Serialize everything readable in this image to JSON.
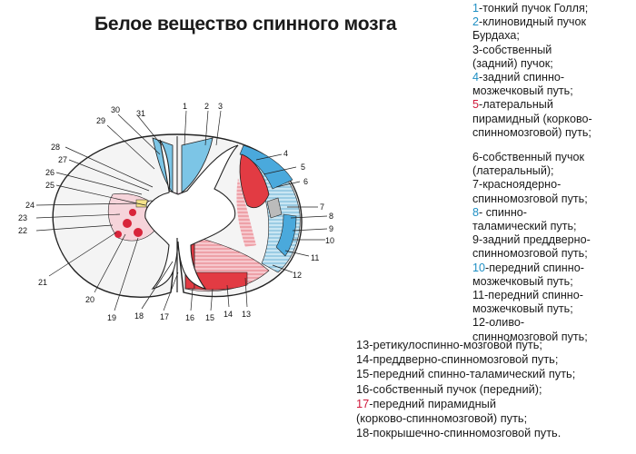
{
  "title": "Белое вещество спинного мозга",
  "colors": {
    "blue": "#1e8fc4",
    "red": "#d0193b",
    "tract_blue": "#7cc5e6",
    "tract_red": "#e23b43"
  },
  "legend_right": [
    {
      "num": "1",
      "num_color": "blue",
      "lines": [
        "-тонкий пучок Голля;"
      ]
    },
    {
      "num": "2",
      "num_color": "blue",
      "lines": [
        "-клиновидный пучок",
        "Бурдаха;"
      ]
    },
    {
      "num": "3",
      "num_color": "",
      "lines": [
        "-собственный",
        "(задний) пучок;"
      ]
    },
    {
      "num": "4",
      "num_color": "blue",
      "lines": [
        "-задний спинно-",
        "мозжечковый путь;"
      ]
    },
    {
      "num": "5",
      "num_color": "red",
      "lines": [
        "-латеральный",
        "пирамидный (корково-",
        "спинномозговой) путь;"
      ]
    },
    {
      "num": "6",
      "num_color": "",
      "lines": [
        "-собственный пучок",
        "(латеральный);"
      ]
    },
    {
      "num": "7",
      "num_color": "",
      "lines": [
        "-красноядерно-",
        "спинномозговой путь;"
      ]
    },
    {
      "num": "8",
      "num_color": "blue",
      "lines": [
        "- спинно-",
        "таламический путь;"
      ]
    },
    {
      "num": "9",
      "num_color": "",
      "lines": [
        "-задний преддверно-",
        "спинномозговой путь;"
      ]
    },
    {
      "num": "10",
      "num_color": "blue",
      "lines": [
        "-передний спинно-",
        "мозжечковый путь;"
      ]
    },
    {
      "num": "11",
      "num_color": "",
      "lines": [
        "-передний спинно-",
        "мозжечковый путь;"
      ]
    },
    {
      "num": "12",
      "num_color": "",
      "lines": [
        "-оливо-",
        "спинномозговой путь;"
      ]
    }
  ],
  "legend_bottom": [
    {
      "num": "13",
      "num_color": "",
      "lines": [
        "-ретикулоспинно-мозговой путь;"
      ]
    },
    {
      "num": "14",
      "num_color": "",
      "lines": [
        "-преддверно-спинномозговой путь;"
      ]
    },
    {
      "num": "15",
      "num_color": "",
      "lines": [
        "-передний спинно-таламический путь;"
      ]
    },
    {
      "num": "16",
      "num_color": "",
      "lines": [
        "-собственный пучок (передний);"
      ]
    },
    {
      "num": "17",
      "num_color": "red",
      "lines": [
        "-передний пирамидный",
        " (корково-спинномозговой) путь;"
      ]
    },
    {
      "num": "18",
      "num_color": "",
      "lines": [
        "-покрышечно-спинномозговой путь."
      ]
    }
  ],
  "diagram_labels": [
    "1",
    "2",
    "3",
    "4",
    "5",
    "6",
    "7",
    "8",
    "9",
    "10",
    "11",
    "12",
    "13",
    "14",
    "15",
    "16",
    "17",
    "18",
    "19",
    "20",
    "21",
    "22",
    "23",
    "24",
    "25",
    "26",
    "27",
    "28",
    "29",
    "30",
    "31"
  ]
}
